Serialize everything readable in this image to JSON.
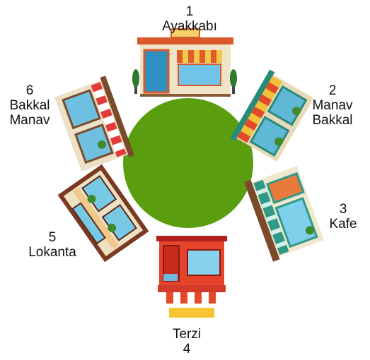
{
  "center": {
    "color": "#5a9e10"
  },
  "shops": [
    {
      "number": "1",
      "lines": [
        "Ayakkabı"
      ]
    },
    {
      "number": "2",
      "lines": [
        "Manav",
        "Bakkal"
      ]
    },
    {
      "number": "3",
      "lines": [
        "Kafe"
      ]
    },
    {
      "number": "4",
      "lines": [
        "Terzi"
      ]
    },
    {
      "number": "5",
      "lines": [
        "Lokanta"
      ]
    },
    {
      "number": "6",
      "lines": [
        "Bakkal",
        "Manav"
      ]
    }
  ]
}
